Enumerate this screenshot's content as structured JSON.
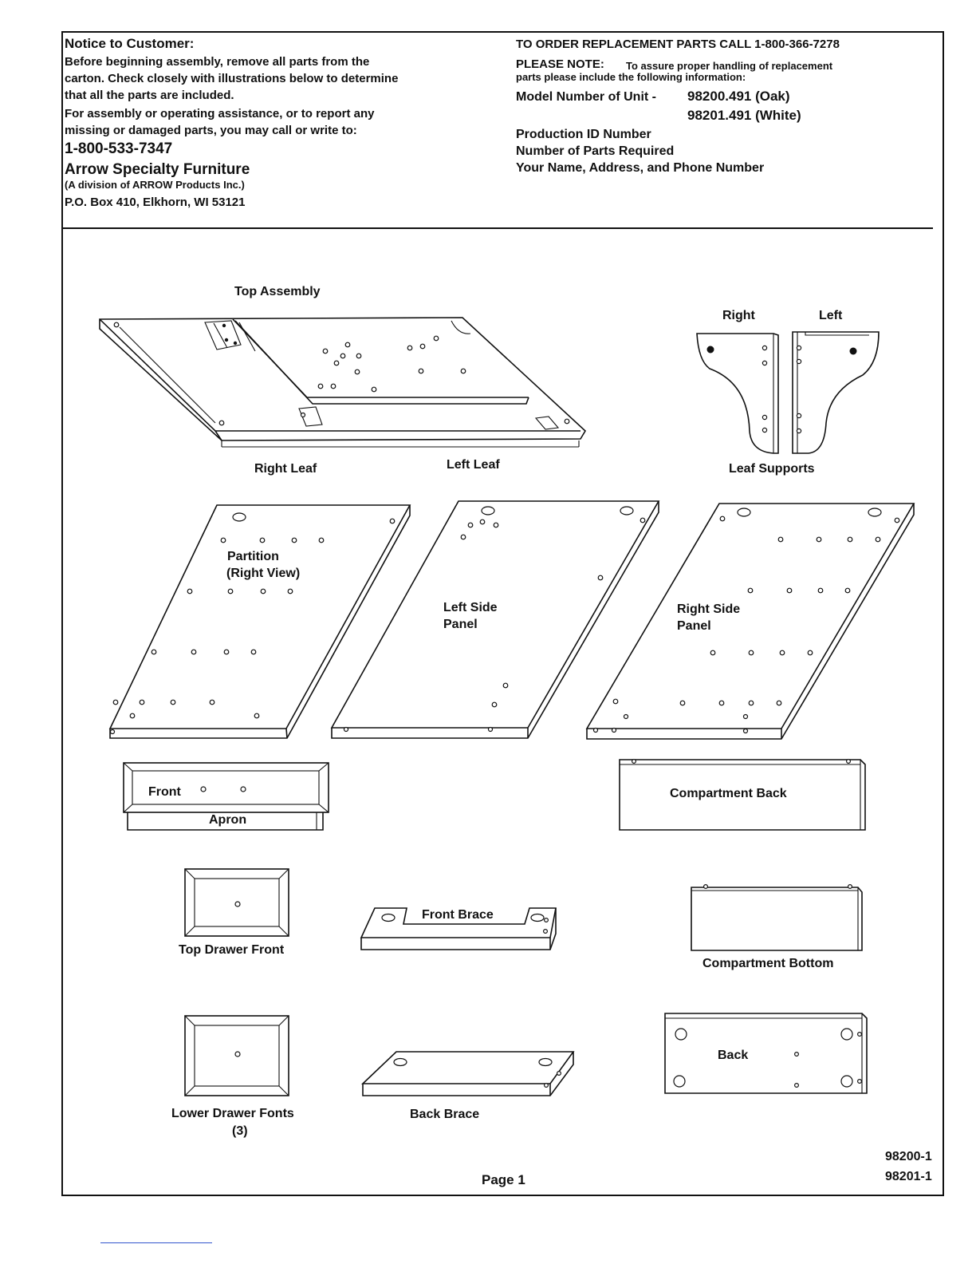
{
  "header_left": {
    "notice_title": "Notice to Customer:",
    "notice_line1": "Before beginning assembly, remove all parts from the",
    "notice_line2": "carton. Check closely with illustrations below to determine",
    "notice_line3": "that all the parts are included.",
    "assist_line1": "For assembly or operating assistance, or to report any",
    "assist_line2": "missing or damaged parts, you may call or write to:",
    "phone": "1-800-533-7347",
    "company": "Arrow Specialty Furniture",
    "division": "(A division of ARROW Products Inc.)",
    "address": "P.O. Box 410, Elkhorn, WI  53121"
  },
  "header_right": {
    "order_line": "TO ORDER REPLACEMENT PARTS CALL 1-800-366-7278",
    "please_note_label": "PLEASE NOTE:",
    "please_note_line1": "To assure proper handling of replacement",
    "please_note_line2": "parts please include the following information:",
    "model_label": "Model Number of Unit -",
    "model_oak": "98200.491 (Oak)",
    "model_white": "98201.491 (White)",
    "info_production": "Production ID Number",
    "info_parts": "Number of Parts Required",
    "info_contact": "Your Name, Address, and Phone Number"
  },
  "parts": {
    "top_assembly": "Top Assembly",
    "right_leaf": "Right Leaf",
    "left_leaf": "Left Leaf",
    "support_right": "Right",
    "support_left": "Left",
    "leaf_supports": "Leaf Supports",
    "partition_line1": "Partition",
    "partition_line2": "(Right View)",
    "left_side_line1": "Left Side",
    "left_side_line2": "Panel",
    "right_side_line1": "Right Side",
    "right_side_line2": "Panel",
    "front": "Front",
    "apron": "Apron",
    "compartment_back": "Compartment Back",
    "top_drawer_front": "Top Drawer Front",
    "front_brace": "Front Brace",
    "compartment_bottom": "Compartment Bottom",
    "lower_drawer_fronts": "Lower Drawer Fonts",
    "lower_drawer_qty": "(3)",
    "back_brace": "Back Brace",
    "back": "Back"
  },
  "footer": {
    "page": "Page 1",
    "code1": "98200-1",
    "code2": "98201-1"
  }
}
